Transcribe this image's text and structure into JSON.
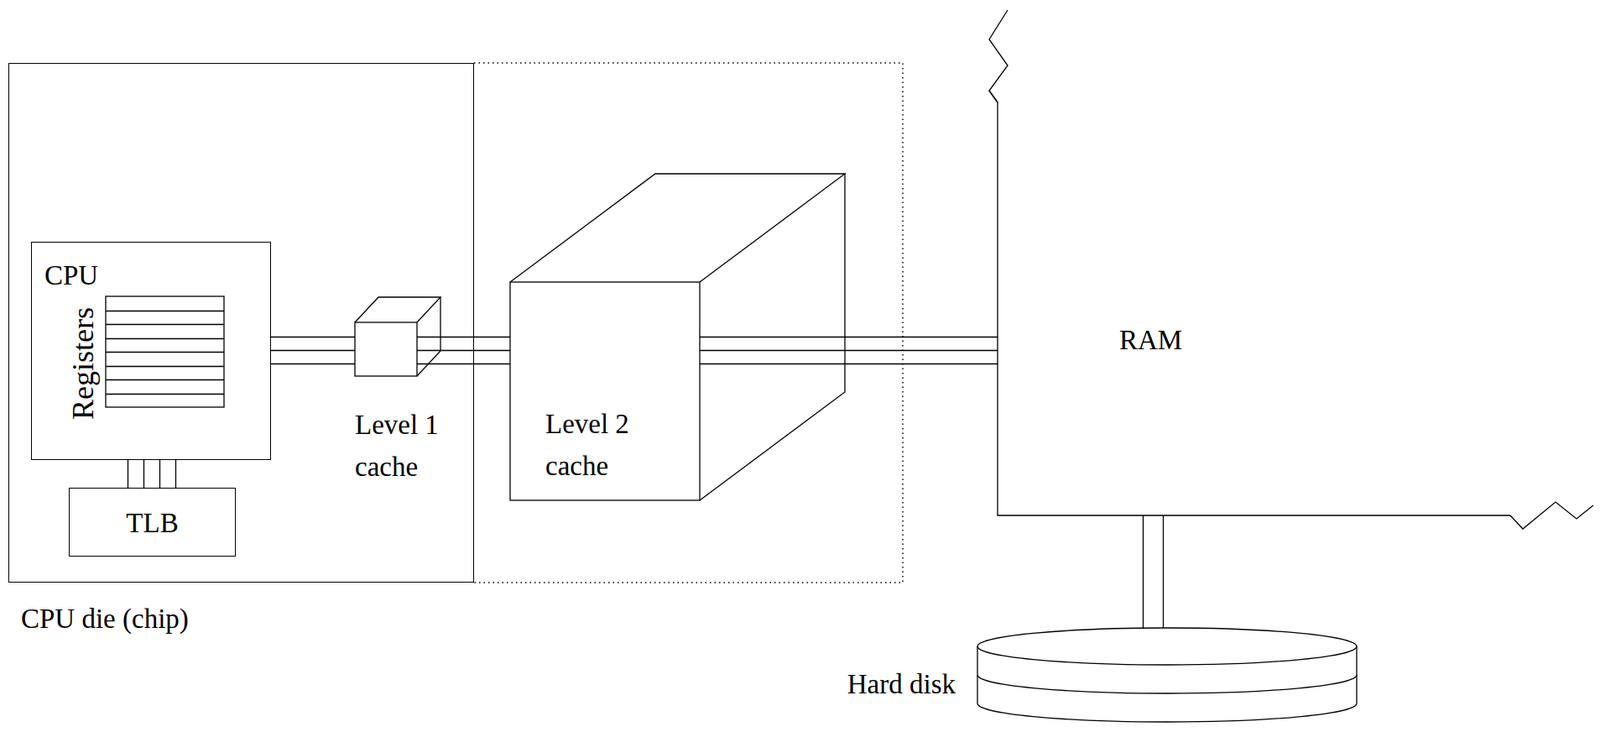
{
  "diagram": {
    "nodes": [
      {
        "text": [
          "CPU die (chip)"
        ]
      },
      {
        "text": [
          "CPU"
        ],
        "in": 0
      },
      {
        "text": [
          "Registers"
        ],
        "in": 1
      },
      {
        "text": [
          "TLB"
        ],
        "in": 0
      },
      {
        "text": [
          "Level 1 cache"
        ],
        "in": 0
      },
      {
        "text": [
          "Level 2 cache"
        ]
      },
      {
        "text": [
          "RAM"
        ]
      },
      {
        "text": [
          "Hard disk"
        ]
      }
    ],
    "edges": [
      {
        "from": 1,
        "to": 3,
        "arrow": "none"
      },
      {
        "from": 1,
        "to": 4,
        "arrow": "none"
      },
      {
        "from": 4,
        "to": 5,
        "arrow": "none"
      },
      {
        "from": 5,
        "to": 6,
        "arrow": "none"
      },
      {
        "from": 6,
        "to": 7,
        "arrow": "none"
      }
    ]
  }
}
